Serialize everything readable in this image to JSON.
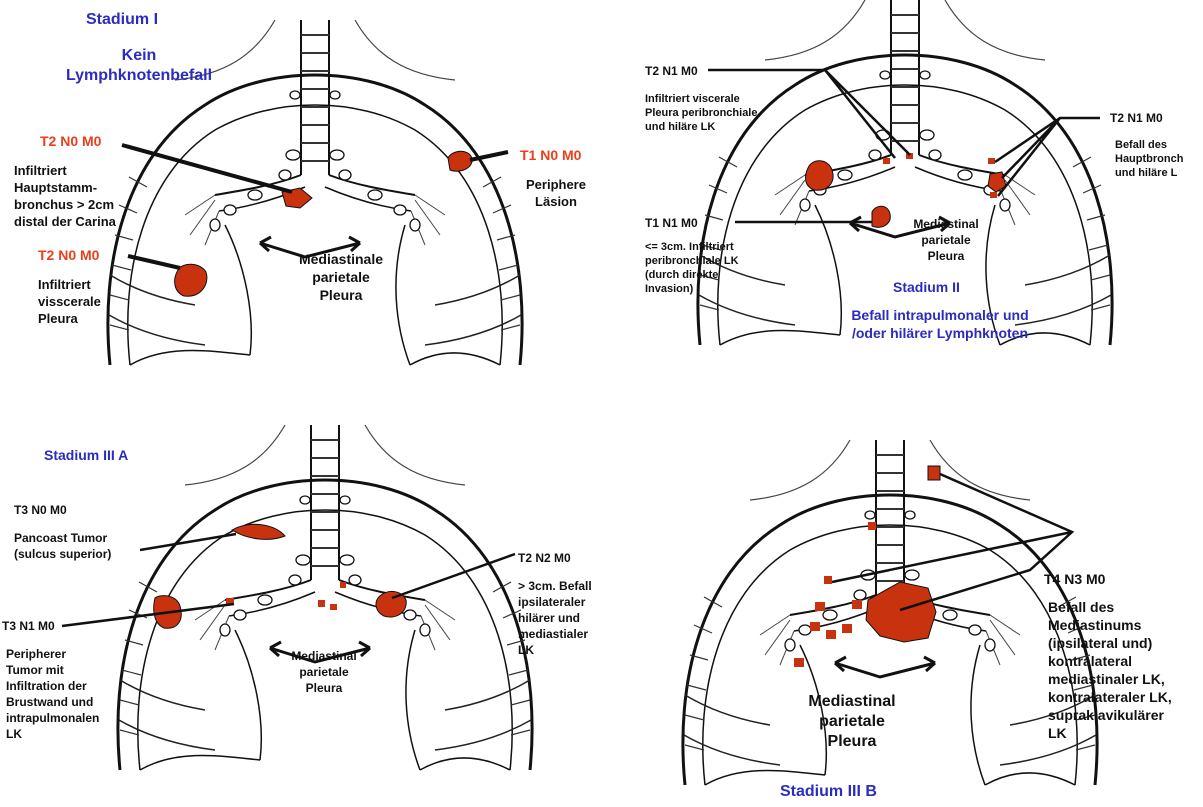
{
  "colors": {
    "tumor": "#c8320f",
    "label_red": "#e8401a",
    "label_blue": "#2b2bbf",
    "ink": "#111111"
  },
  "p1": {
    "title": "Stadium I",
    "subtitle": "Kein\nLymphknotenbefall",
    "a_code": "T2 N0 M0",
    "a_desc": "Infiltriert\nHauptstamm-\nbronchus > 2cm\ndistal der Carina",
    "b_code": "T2 N0 M0",
    "b_desc": "Infiltriert\nvisscerale\nPleura",
    "c_code": "T1 N0 M0",
    "c_desc": "Periphere\nLäsion",
    "pleura": "Mediastinale\nparietale\nPleura"
  },
  "p2": {
    "a_code": "T2 N1 M0",
    "a_desc": "Infiltriert viscerale\nPleura  peribronchiale\nund hiläre LK",
    "b_code": "T1 N1 M0",
    "b_desc": "<= 3cm. Infiltriert\nperibronchiale LK\n(durch direkte\nInvasion)",
    "c_code": "T2 N1 M0",
    "c_desc": "Befall des\nHauptbronch\nund hiläre L",
    "pleura": "Mediastinal\nparietale\nPleura",
    "title": "Stadium II",
    "subtitle": "Befall intrapulmonaler und\n/oder hilärer Lymphknoten"
  },
  "p3": {
    "title": "Stadium III A",
    "a_code": "T3 N0 M0",
    "a_desc": "Pancoast Tumor\n(sulcus superior)",
    "b_code": "T3 N1 M0",
    "b_desc": "Peripherer\nTumor mit\nInfiltration der\nBrustwand und\nintrapulmonalen\nLK",
    "c_code": "T2 N2 M0",
    "c_desc": "> 3cm. Befall\nipsilateraler\nhilärer und\nmediastialer\nLK",
    "pleura": "Mediastinal\nparietale\nPleura"
  },
  "p4": {
    "code": "T4 N3 M0",
    "desc": "Befall des\nMediastinums\n(ipsilateral und)\nkontralateral\nmediastinaler LK,\nkontralateraler LK,\nsupraklavikulärer\nLK",
    "pleura": "Mediastinal\nparietale\nPleura",
    "title": "Stadium III B"
  }
}
